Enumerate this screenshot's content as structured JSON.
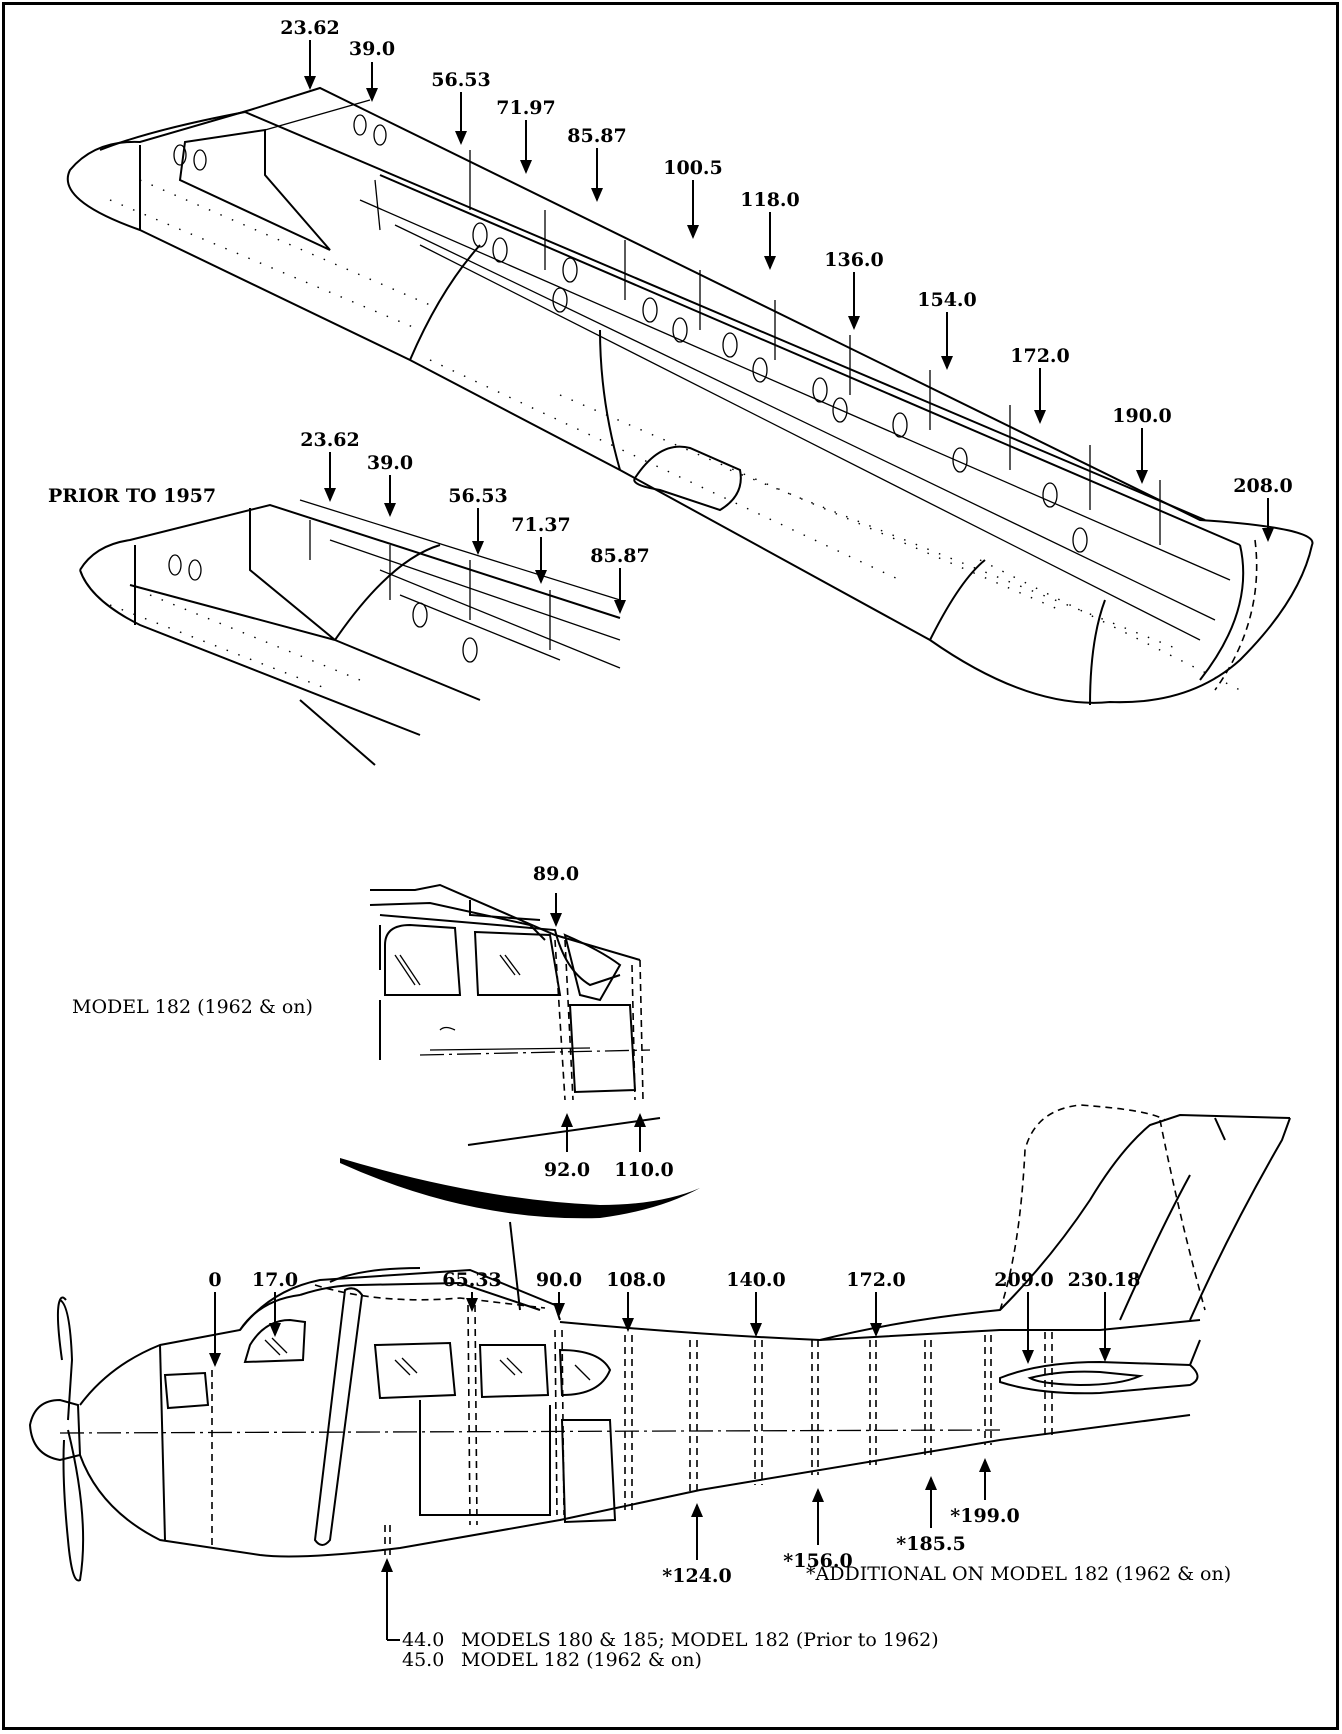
{
  "wing_labels": [
    "23.62",
    "39.0",
    "56.53",
    "71.97",
    "85.87",
    "100.5",
    "118.0",
    "136.0",
    "154.0",
    "172.0",
    "190.0",
    "208.0"
  ],
  "prior_wing": {
    "caption": "PRIOR TO 1957",
    "labels": [
      "23.62",
      "39.0",
      "56.53",
      "71.37",
      "85.87"
    ]
  },
  "model182_detail": {
    "caption": "MODEL 182 (1962 & on)",
    "top_label": "89.0",
    "bottom_labels": [
      "92.0",
      "110.0"
    ]
  },
  "fuselage": {
    "top_labels": [
      "0",
      "17.0",
      "65.33",
      "90.0",
      "108.0",
      "140.0",
      "172.0",
      "209.0",
      "230.18"
    ],
    "starred_labels": [
      "*124.0",
      "*156.0",
      "*185.5",
      "*199.0"
    ],
    "additional_note": "*ADDITIONAL ON MODEL 182 (1962 & on)",
    "station_notes": [
      {
        "station": "44.0",
        "text": "MODELS 180 & 185; MODEL 182 (Prior to 1962)"
      },
      {
        "station": "45.0",
        "text": "MODEL 182 (1962 & on)"
      }
    ]
  },
  "colors": {
    "ink": "#000000",
    "paper": "#ffffff"
  }
}
